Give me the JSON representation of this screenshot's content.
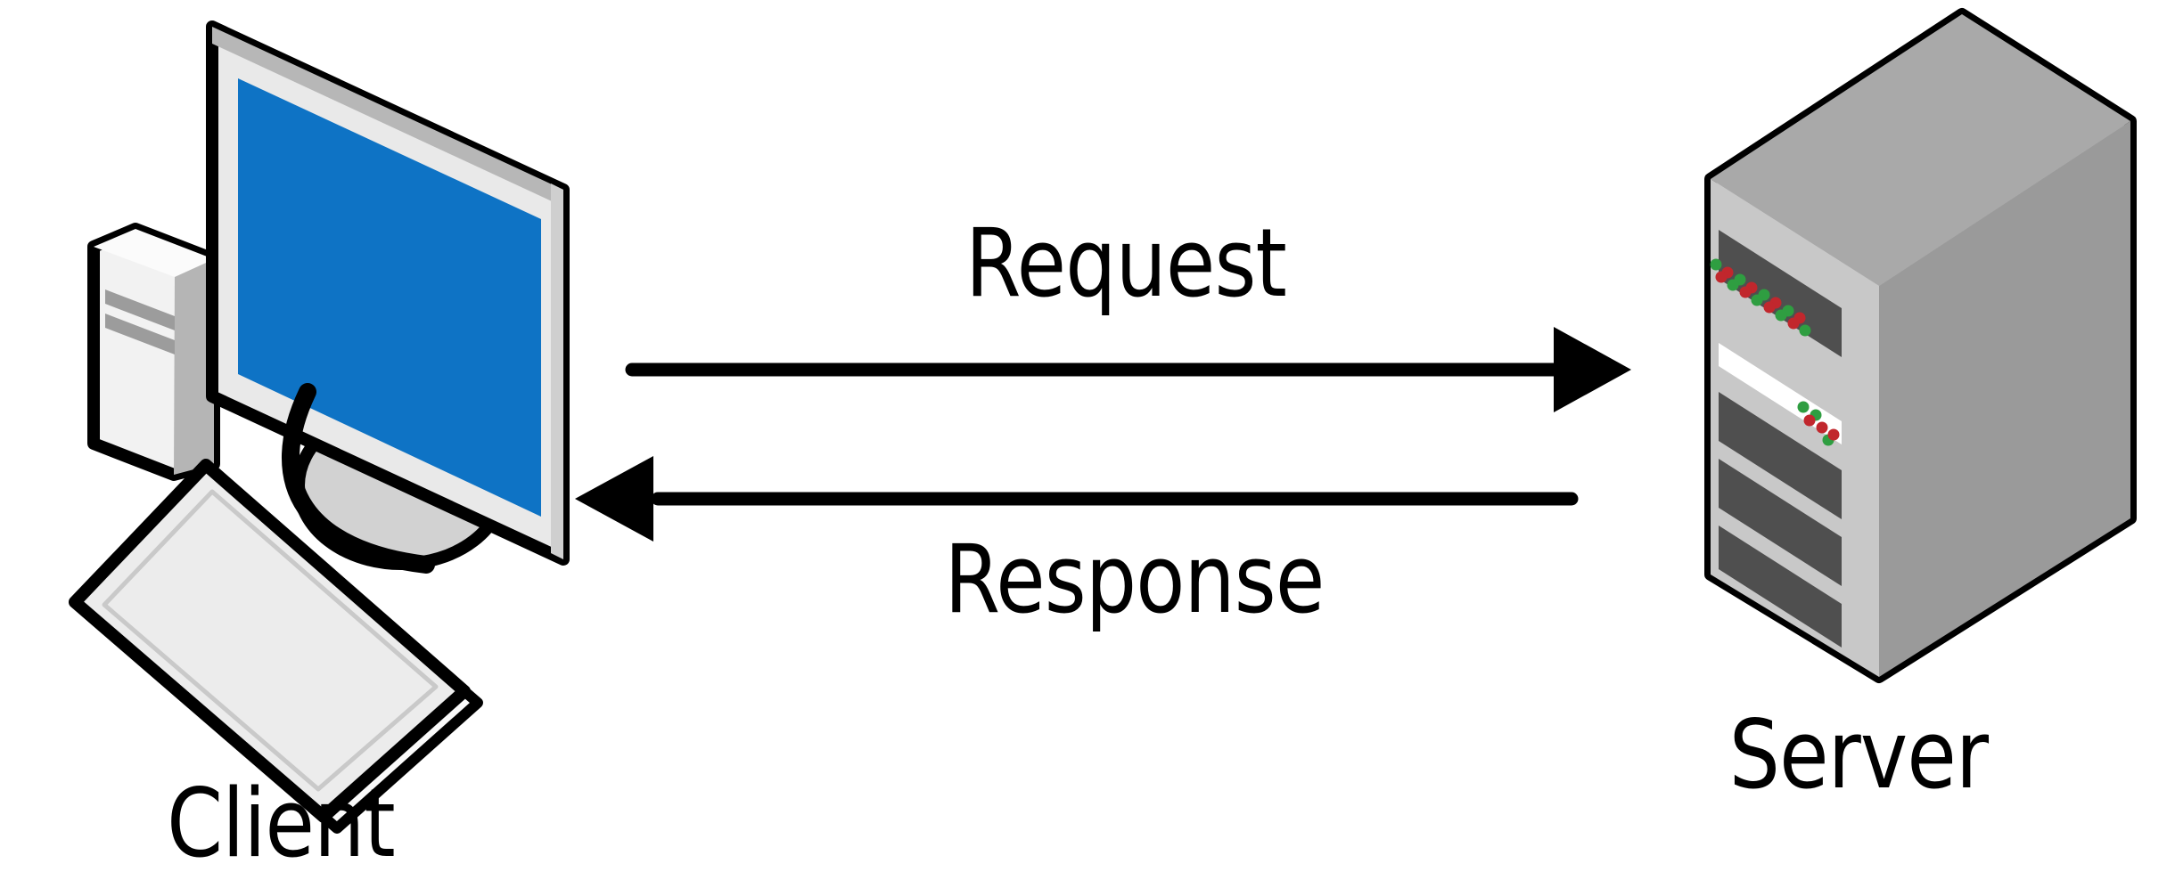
{
  "diagram": {
    "type": "client-server-architecture",
    "nodes": [
      {
        "id": "client",
        "label": "Client",
        "icon": "desktop-computer-icon"
      },
      {
        "id": "server",
        "label": "Server",
        "icon": "server-tower-icon"
      }
    ],
    "edges": [
      {
        "id": "request",
        "label": "Request",
        "from": "client",
        "to": "server",
        "direction": "left-to-right"
      },
      {
        "id": "response",
        "label": "Response",
        "from": "server",
        "to": "client",
        "direction": "right-to-left"
      }
    ],
    "colors": {
      "background": "#ffffff",
      "outline": "#000000",
      "arrow": "#000000",
      "text": "#000000",
      "screen_blue": "#0e73c5",
      "led_red": "#c1272d",
      "led_green": "#2f9e41",
      "monitor_bezel": "#e9e9e9",
      "monitor_edge": "#b7b7b7",
      "tower_front": "#f2f2f2",
      "tower_side": "#b5b5b5",
      "tower_top": "#fbfbfb",
      "tower_stripe": "#9c9c9c",
      "keyboard_top": "#ececec",
      "keyboard_side": "#fafafa",
      "stand_base": "#d2d2d2",
      "server_face_left": "#c8c8c8",
      "server_face_right": "#9a9a9a",
      "server_face_top": "#a9a9a9",
      "server_slot": "#4f4f4f",
      "server_stripe": "#ffffff"
    }
  }
}
